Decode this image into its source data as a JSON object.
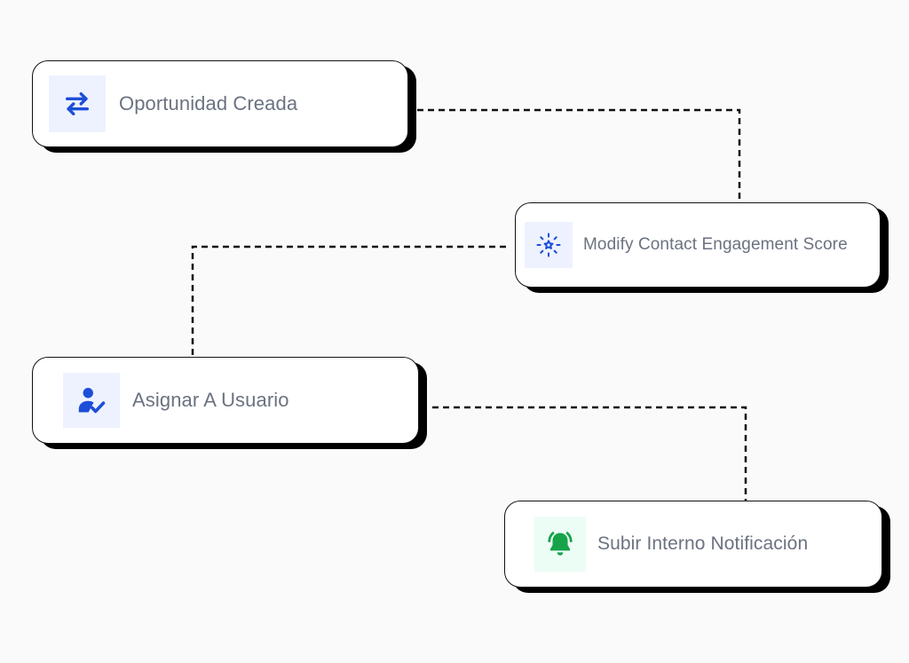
{
  "colors": {
    "background": "#fafafa",
    "card_border": "#111111",
    "card_shadow": "#000000",
    "label_text": "#6b7280",
    "icon_blue": "#1d4ed8",
    "icon_blue_bg": "#eef2ff",
    "icon_green": "#16a34a",
    "icon_green_bg": "#ecfdf5"
  },
  "nodes": [
    {
      "label": "Oportunidad Creada",
      "icon": "swap-arrows-icon"
    },
    {
      "label": "Modify Contact Engagement Score",
      "icon": "sparkle-star-icon"
    },
    {
      "label": "Asignar A Usuario",
      "icon": "user-check-icon"
    },
    {
      "label": "Subir Interno Notificación",
      "icon": "bell-ring-icon"
    }
  ]
}
